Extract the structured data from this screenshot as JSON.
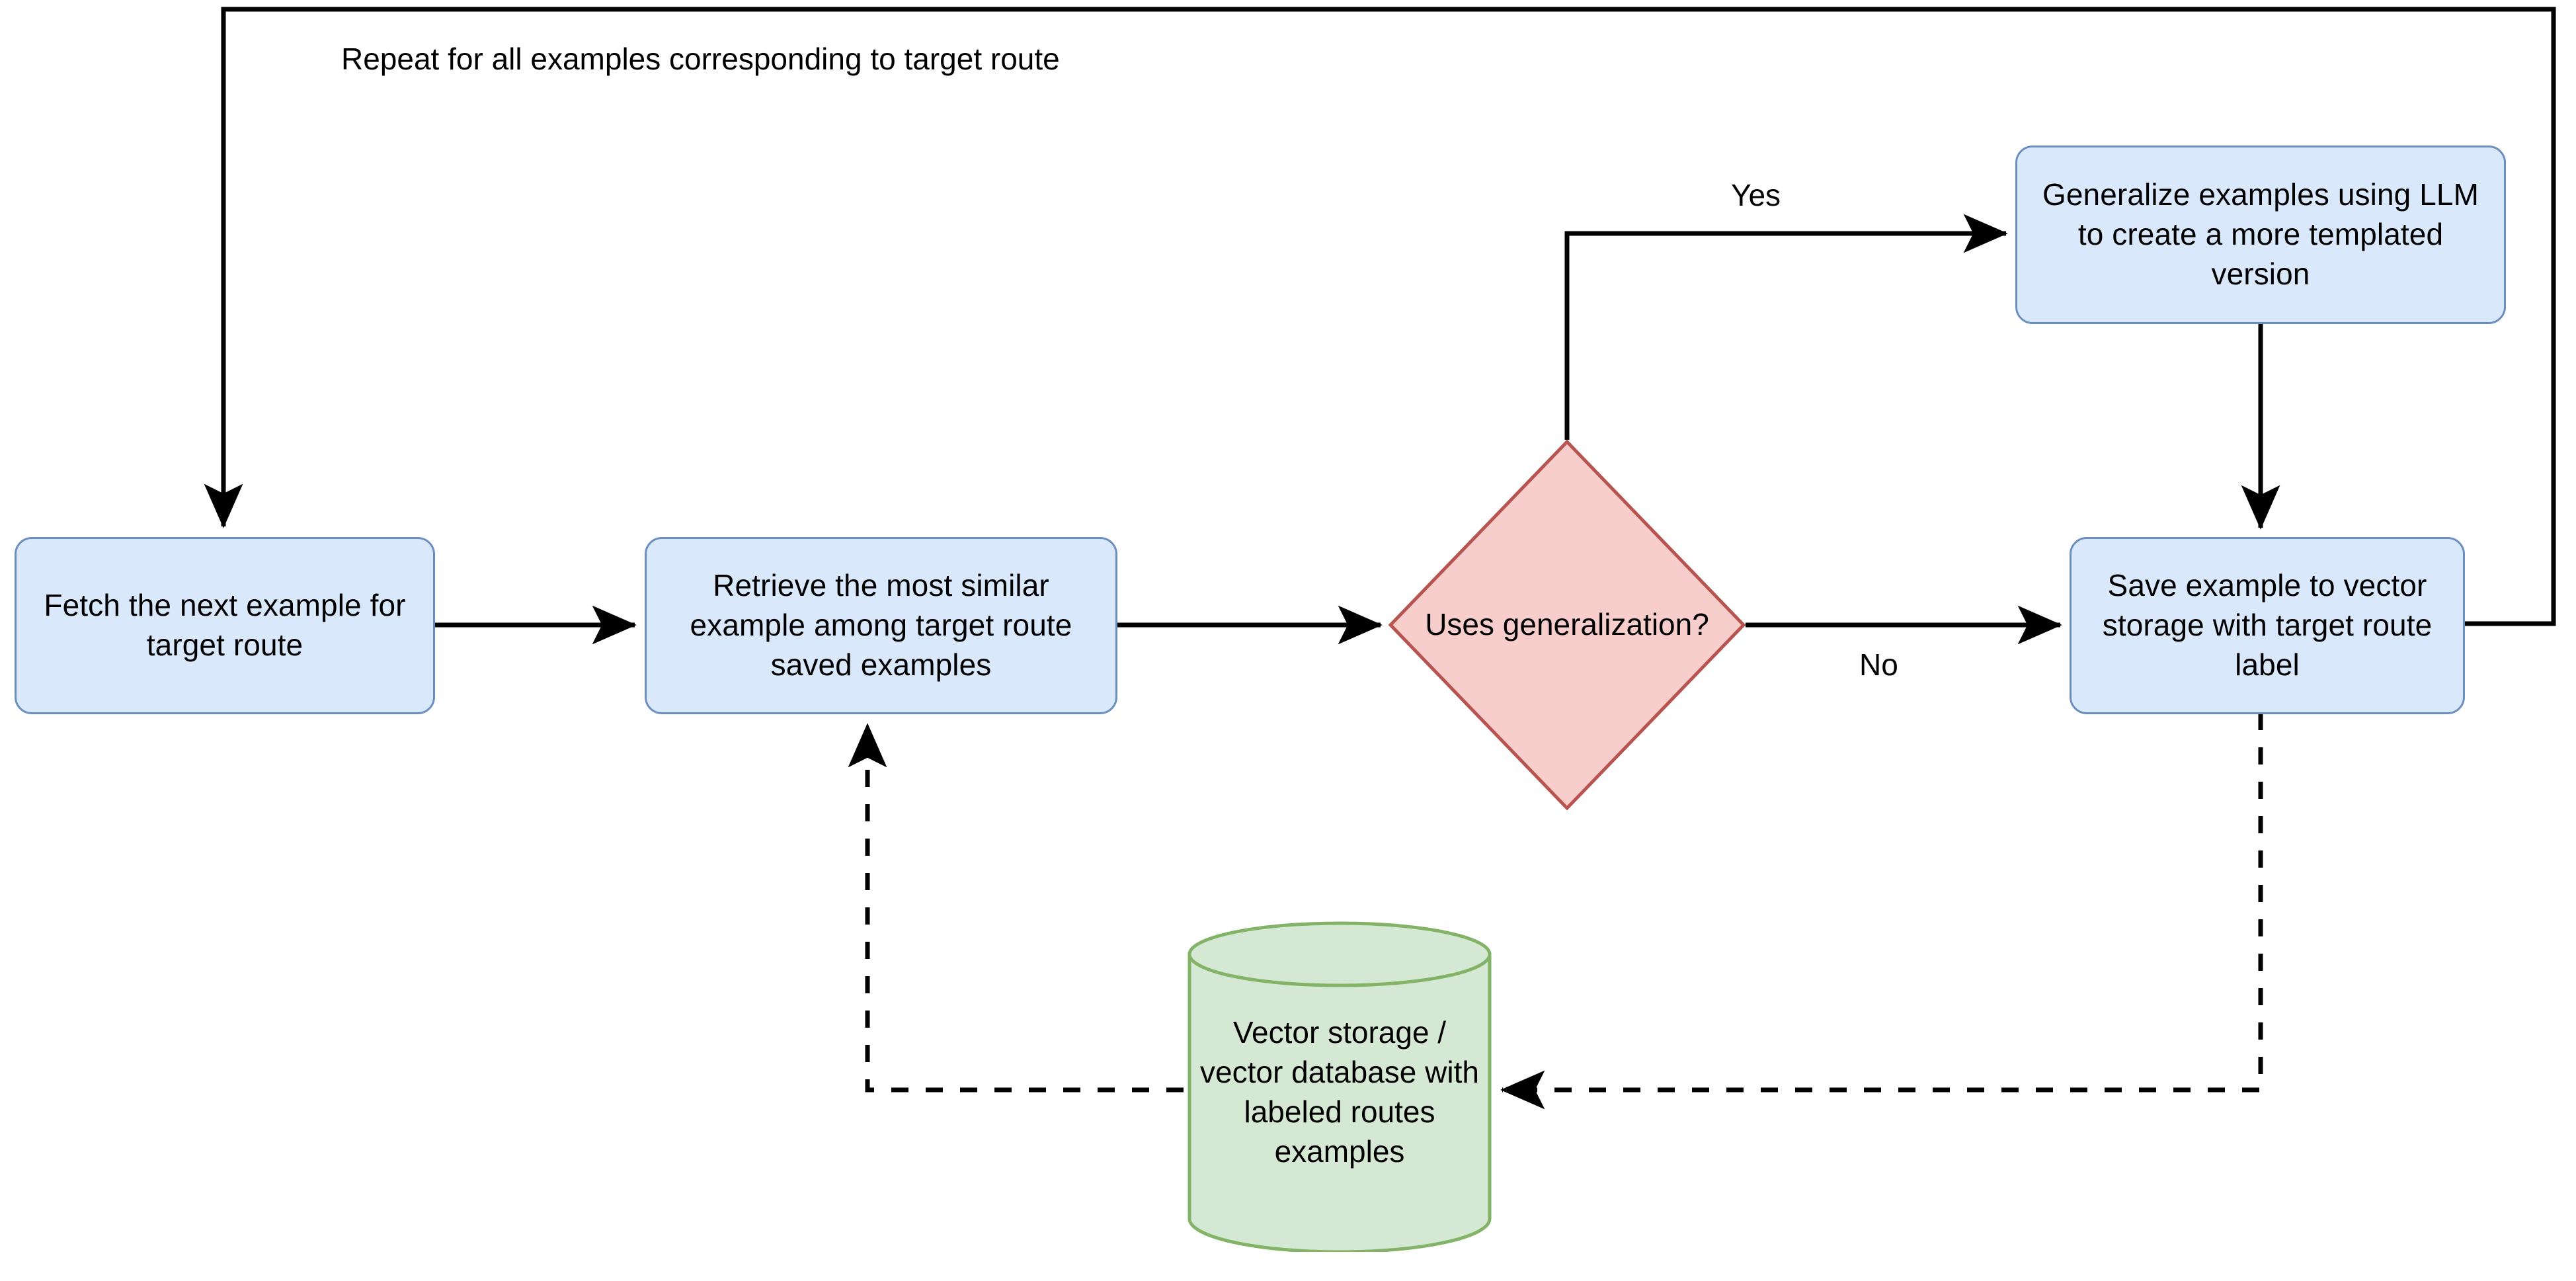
{
  "diagram": {
    "type": "flowchart",
    "title_note": "Repeat for all examples corresponding to target route",
    "colors": {
      "process_fill": "#dae8fc",
      "process_stroke": "#6c8ebf",
      "decision_fill": "#f8cecc",
      "decision_stroke": "#b85450",
      "storage_fill": "#d5e8d4",
      "storage_stroke": "#82b366",
      "edge_stroke": "#000000",
      "background": "#ffffff"
    },
    "nodes": {
      "fetch": {
        "label": "Fetch the next example for target route"
      },
      "retrieve": {
        "label": "Retrieve the most similar example among target route saved examples"
      },
      "decision": {
        "label": "Uses generalization?"
      },
      "generalize": {
        "label": "Generalize examples using LLM to create a more templated version"
      },
      "save": {
        "label": "Save example to vector storage with target route label"
      },
      "storage": {
        "label": "Vector storage / vector database with labeled routes examples"
      }
    },
    "edge_labels": {
      "yes": "Yes",
      "no": "No"
    }
  }
}
